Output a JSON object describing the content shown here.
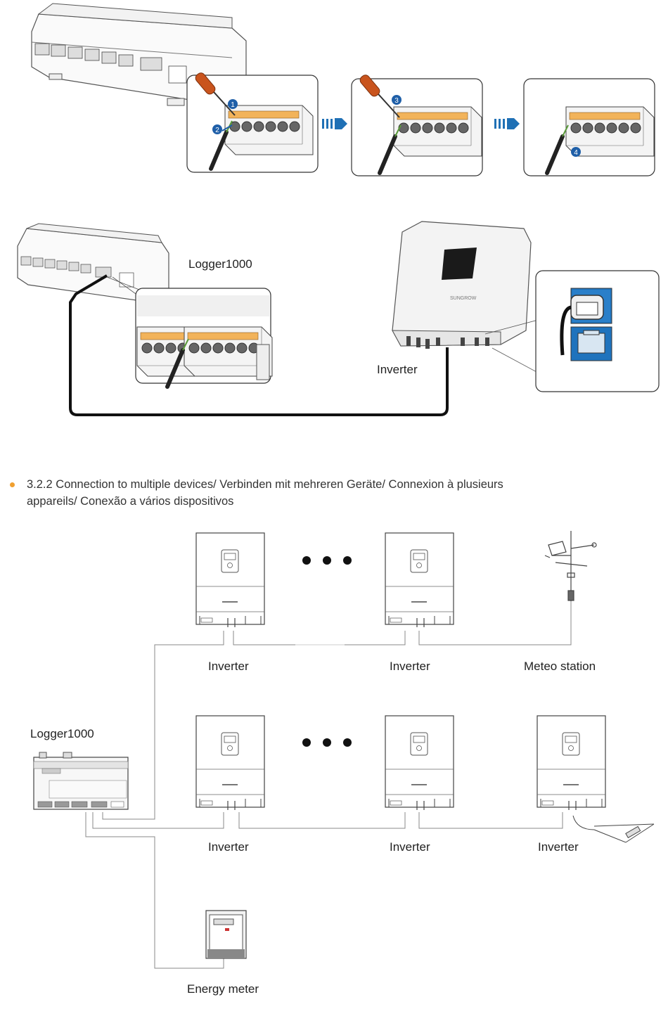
{
  "colors": {
    "bullet": "#f0a030",
    "arrow": "#1f70b5",
    "step_badge": "#1f5fa8",
    "screwdriver": "#c9541d",
    "terminal_orange": "#f2b35a",
    "rj45_blue": "#1f73bd"
  },
  "steps": [
    "1",
    "2",
    "3",
    "4"
  ],
  "labels": {
    "logger_top": "Logger1000",
    "inverter_top": "Inverter",
    "logger_bottom": "Logger1000",
    "inverter_r1_a": "Inverter",
    "inverter_r1_b": "Inverter",
    "meteo_station": "Meteo station",
    "inverter_r2_a": "Inverter",
    "inverter_r2_b": "Inverter",
    "inverter_r2_c": "Inverter",
    "energy_meter": "Energy meter",
    "brand_mark": "SUNGROW"
  },
  "section": {
    "line1": "3.2.2 Connection to multiple devices/ Verbinden mit mehreren Geräte/ Connexion  à  plusieurs",
    "line2": "appareils/ Conexão a vários dispositivos"
  },
  "icons": [
    "screwdriver-icon",
    "arrow-right-icon",
    "rj45-port-icon",
    "ellipsis-icon"
  ]
}
